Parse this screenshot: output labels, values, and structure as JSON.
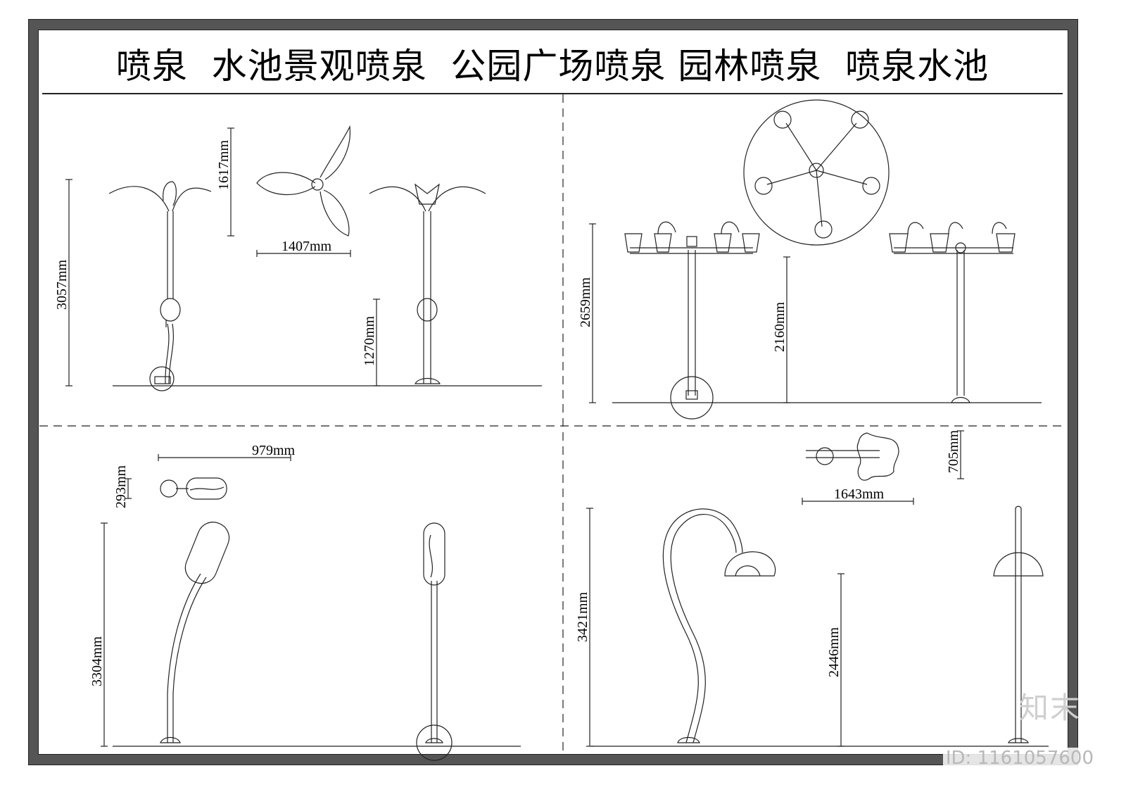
{
  "title": "喷泉  水池景观喷泉  公园广场喷泉 园林喷泉  喷泉水池",
  "panels": {
    "top_left": {
      "height_total": "3057mm",
      "flower_height": "1617mm",
      "flower_width": "1407mm",
      "post_height": "1270mm"
    },
    "top_right": {
      "height_total": "2659mm",
      "post_height": "2160mm"
    },
    "bottom_left": {
      "head_width": "979mm",
      "head_depth": "293mm",
      "height_total": "3304mm"
    },
    "bottom_right": {
      "head_width": "1643mm",
      "head_depth": "705mm",
      "height_total": "3421mm",
      "post_height": "2446mm"
    }
  },
  "stamp": "知末",
  "doc_id": "ID: 1161057600",
  "colors": {
    "frame": "#555555",
    "line": "#222222"
  }
}
